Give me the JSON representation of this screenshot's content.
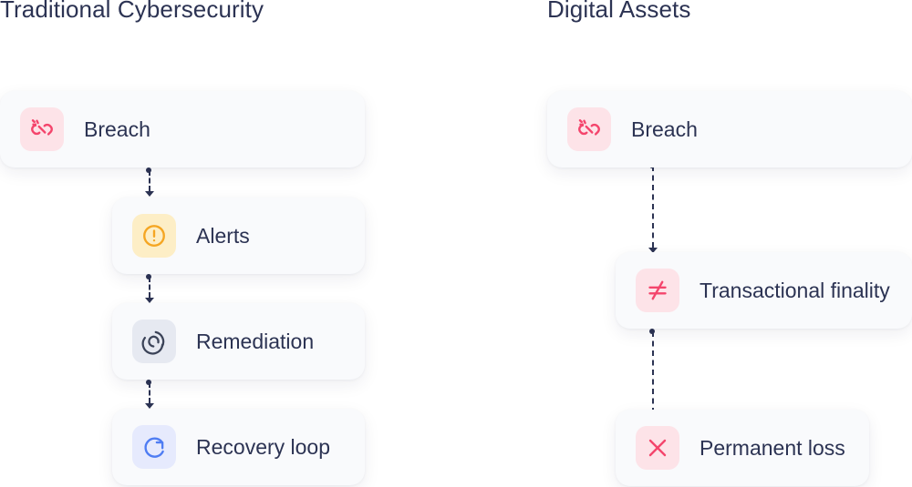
{
  "columns": [
    {
      "title": "Traditional Cybersecurity",
      "nodes": [
        {
          "label": "Breach",
          "icon": "broken-link-icon",
          "tint": "pink"
        },
        {
          "label": "Alerts",
          "icon": "alert-circle-icon",
          "tint": "amber"
        },
        {
          "label": "Remediation",
          "icon": "spinner-arcs-icon",
          "tint": "slate"
        },
        {
          "label": "Recovery loop",
          "icon": "circular-arrow-icon",
          "tint": "indigo"
        }
      ]
    },
    {
      "title": "Digital Assets",
      "nodes": [
        {
          "label": "Breach",
          "icon": "broken-link-icon",
          "tint": "pink"
        },
        {
          "label": "Transactional finality",
          "icon": "not-equal-icon",
          "tint": "pink"
        },
        {
          "label": "Permanent loss",
          "icon": "x-cross-icon",
          "tint": "pink"
        }
      ]
    }
  ],
  "colors": {
    "text": "#2c3353",
    "card_background": "#f9fafc",
    "page_background": "#ffffff",
    "connector": "#2c3353",
    "pink_icon": "#f4456c",
    "pink_tile": "#fde3e8",
    "amber_icon": "#f5a623",
    "amber_tile": "#fdeec6",
    "slate_icon": "#3b4358",
    "slate_tile": "#e6e9f1",
    "indigo_icon": "#4f7df3",
    "indigo_tile": "#e6eafd"
  }
}
